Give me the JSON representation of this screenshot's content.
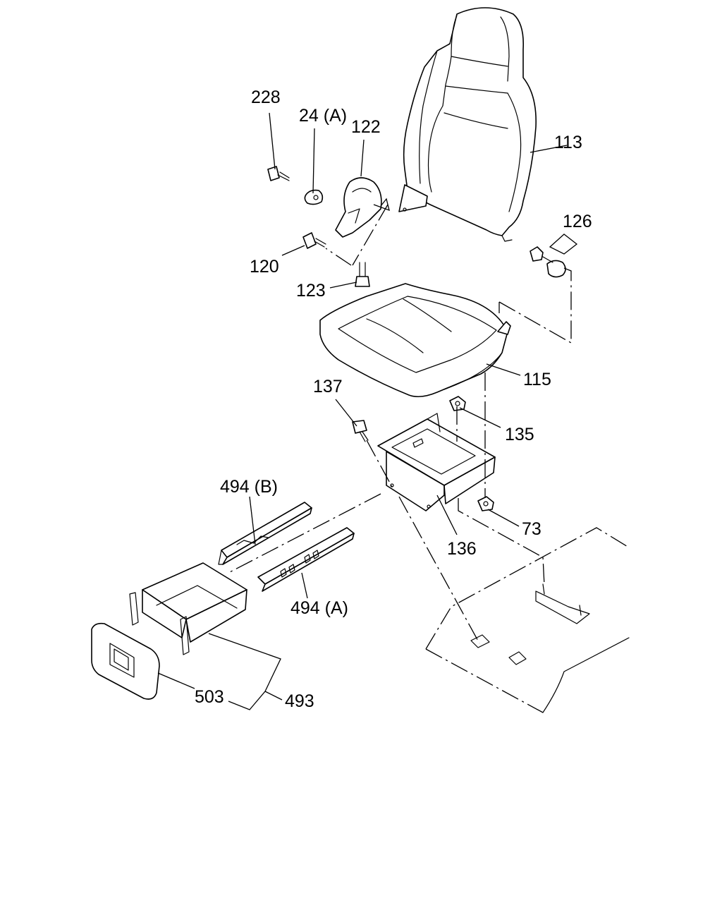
{
  "diagram": {
    "background": "#ffffff",
    "line_color": "#000000",
    "labels": {
      "p228": "228",
      "p24a": "24 (A)",
      "p122": "122",
      "p113": "113",
      "p126": "126",
      "p120": "120",
      "p123": "123",
      "p115": "115",
      "p137": "137",
      "p135": "135",
      "p494b": "494 (B)",
      "p73": "73",
      "p136": "136",
      "p494a": "494 (A)",
      "p503": "503",
      "p493": "493"
    }
  }
}
